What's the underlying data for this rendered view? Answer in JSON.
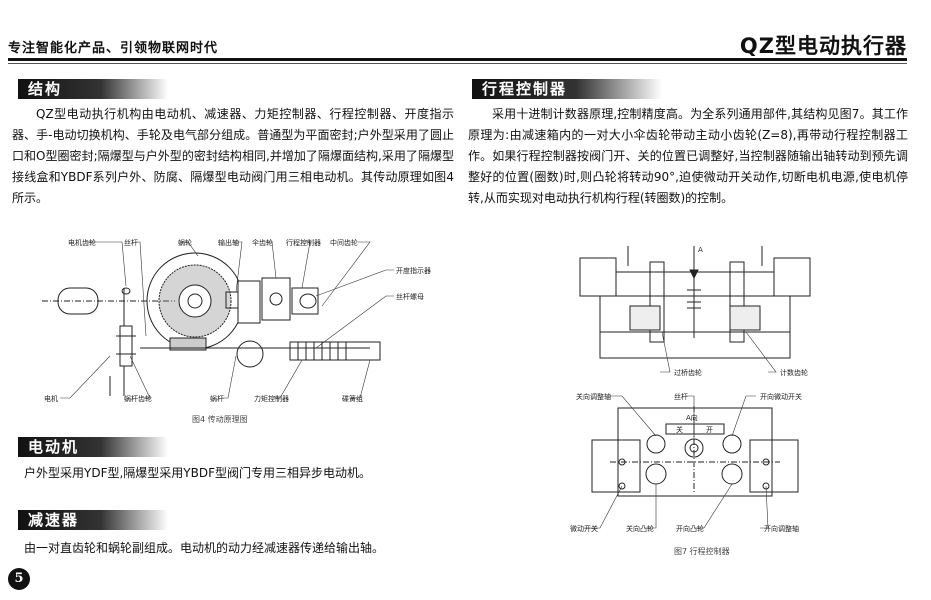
{
  "header": {
    "slogan": "专注智能化产品、引领物联网时代",
    "product_title": "QZ型电动执行器"
  },
  "sections": {
    "structure": {
      "title": "结构",
      "body": "QZ型电动执行机构由电动机、减速器、力矩控制器、行程控制器、开度指示器、手-电动切换机构、手轮及电气部分组成。普通型为平面密封;户外型采用了圆止口和O型圈密封;隔爆型与户外型的密封结构相同,并增加了隔爆面结构,采用了隔爆型接线盒和YBDF系列户外、防腐、隔爆型电动阀门用三相电动机。其传动原理如图4所示。"
    },
    "motor": {
      "title": "电动机",
      "body": "户外型采用YDF型,隔爆型采用YBDF型阀门专用三相异步电动机。"
    },
    "reducer": {
      "title": "减速器",
      "body": "由一对直齿轮和蜗轮副组成。电动机的动力经减速器传递给输出轴。"
    },
    "travel": {
      "title": "行程控制器",
      "body": "采用十进制计数器原理,控制精度高。为全系列通用部件,其结构见图7。其工作原理为:由减速箱内的一对大小伞齿轮带动主动小齿轮(Z=8),再带动行程控制器工作。如果行程控制器按阀门开、关的位置已调整好,当控制器随输出轴转动到预先调整好的位置(圈数)时,则凸轮将转动90°,迫使微动开关动作,切断电机电源,使电机停转,从而实现对电动执行机构行程(转圈数)的控制。"
    }
  },
  "figure4": {
    "caption": "图4 传动原理图",
    "labels": {
      "motor_gear": "电机齿轮",
      "screw": "丝杆",
      "worm_wheel": "蜗轮",
      "output_shaft": "输出轴",
      "bevel_gear": "伞齿轮",
      "travel_ctrl": "行程控制器",
      "intermediate_gear": "中间齿轮",
      "opening_indicator": "开度指示器",
      "screw_nut": "丝杆螺母",
      "motor": "电机",
      "worm_gear": "蜗杆齿轮",
      "worm": "蜗杆",
      "torque_ctrl": "力矩控制器",
      "disc_spring": "碟簧组"
    }
  },
  "figure7": {
    "caption": "图7 行程控制器",
    "labels": {
      "transfer_gear": "过桥齿轮",
      "counter_gear": "计数齿轮",
      "close_adjust_shaft": "关向调整轴",
      "screw": "丝杆",
      "open_micro_switch": "开向微动开关",
      "a_dir": "A向",
      "close": "关",
      "open": "开",
      "close_micro_switch": "关向微动开关",
      "close_cam": "关向凸轮",
      "open_cam": "开向凸轮",
      "open_adjust_shaft": "开向调整轴",
      "a": "A"
    }
  },
  "page_number": "5"
}
